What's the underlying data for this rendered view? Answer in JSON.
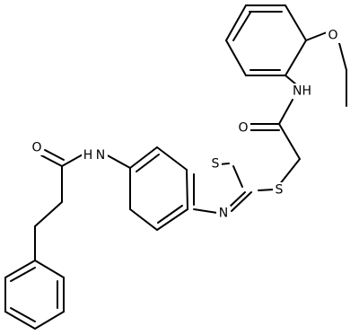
{
  "atom_labels": {
    "o_ether": "O",
    "nh_anilide": "NH",
    "o_amide_right": "O",
    "s_thioether": "S",
    "s_ring": "S",
    "n_ring": "N",
    "o_amide_left": "O",
    "nh_amide_left": "N",
    "h_amide_left": "H"
  }
}
